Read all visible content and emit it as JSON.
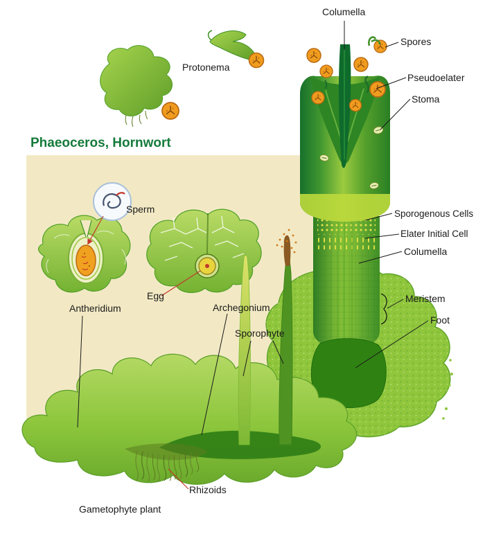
{
  "title": "Phaeoceros, Hornwort",
  "labels": {
    "columella_top": "Columella",
    "spores": "Spores",
    "pseudoelater": "Pseudoelater",
    "stoma": "Stoma",
    "protonema": "Protonema",
    "sporogenous_cells": "Sporogenous Cells",
    "elater_initial_cell": "Elater Initial Cell",
    "columella_mid": "Columella",
    "meristem": "Meristem",
    "foot": "Foot",
    "sperm": "Sperm",
    "egg": "Egg",
    "antheridium": "Antheridium",
    "archegonium": "Archegonium",
    "sporophyte": "Sporophyte",
    "rhizoids": "Rhizoids",
    "gametophyte_plant": "Gametophyte plant"
  },
  "colors": {
    "title_green": "#157a3a",
    "panel_beige": "#f2e9c4",
    "leaf_light": "#9ccb3f",
    "leaf_mid": "#6aa92c",
    "leaf_dark": "#1c7c34",
    "spore_orange": "#f09c1f",
    "egg_yellow": "#ead43e",
    "accent_red": "#c23a2a",
    "label_text": "#1a1a1a"
  }
}
